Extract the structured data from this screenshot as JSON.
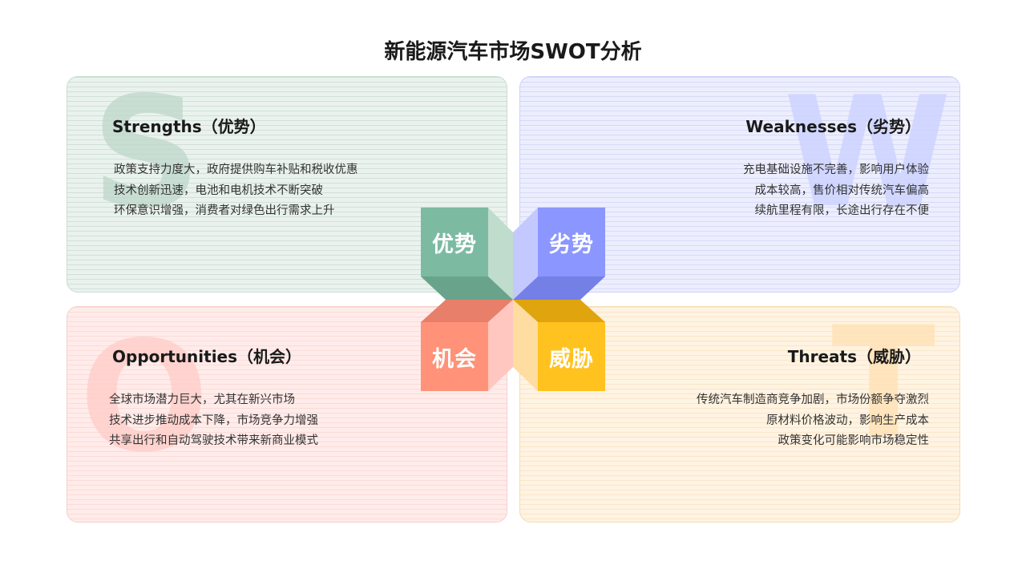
{
  "title": "新能源汽车市场SWOT分析",
  "colors": {
    "strength": "#7cbba2",
    "weakness": "#8b96ff",
    "opportunity": "#ff9278",
    "threat": "#ffc21f"
  },
  "quadrants": {
    "strengths": {
      "letter": "S",
      "heading": "Strengths（优势）",
      "tag": "优势",
      "items": [
        "政策支持力度大，政府提供购车补贴和税收优惠",
        "技术创新迅速，电池和电机技术不断突破",
        "环保意识增强，消费者对绿色出行需求上升"
      ]
    },
    "weaknesses": {
      "letter": "W",
      "heading": "Weaknesses（劣势）",
      "tag": "劣势",
      "items": [
        "充电基础设施不完善，影响用户体验",
        "成本较高，售价相对传统汽车偏高",
        "续航里程有限，长途出行存在不便"
      ]
    },
    "opportunities": {
      "letter": "O",
      "heading": "Opportunities（机会）",
      "tag": "机会",
      "items": [
        "全球市场潜力巨大，尤其在新兴市场",
        "技术进步推动成本下降，市场竞争力增强",
        "共享出行和自动驾驶技术带来新商业模式"
      ]
    },
    "threats": {
      "letter": "T",
      "heading": "Threats（威胁）",
      "tag": "威胁",
      "items": [
        "传统汽车制造商竞争加剧，市场份额争夺激烈",
        "原材料价格波动，影响生产成本",
        "政策变化可能影响市场稳定性"
      ]
    }
  }
}
